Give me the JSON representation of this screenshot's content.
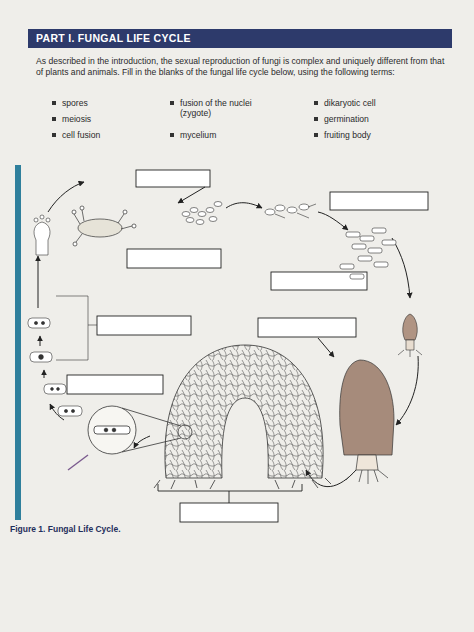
{
  "diagram": {
    "title": "PART I. FUNGAL LIFE CYCLE",
    "caption": "Figure 1. Fungal Life Cycle.",
    "labels": [
      "As described in the introduction, the sexual reproduction of fungi is complex and uniquely different from that of plants and animals. Fill in the blanks of the fungal life cycle below, using the following terms:",
      "spores",
      "meiosis",
      "cell fusion",
      "fusion of the nuclei (zygote)",
      "mycelium",
      "dikaryotic cell",
      "germination",
      "fruiting body"
    ]
  }
}
